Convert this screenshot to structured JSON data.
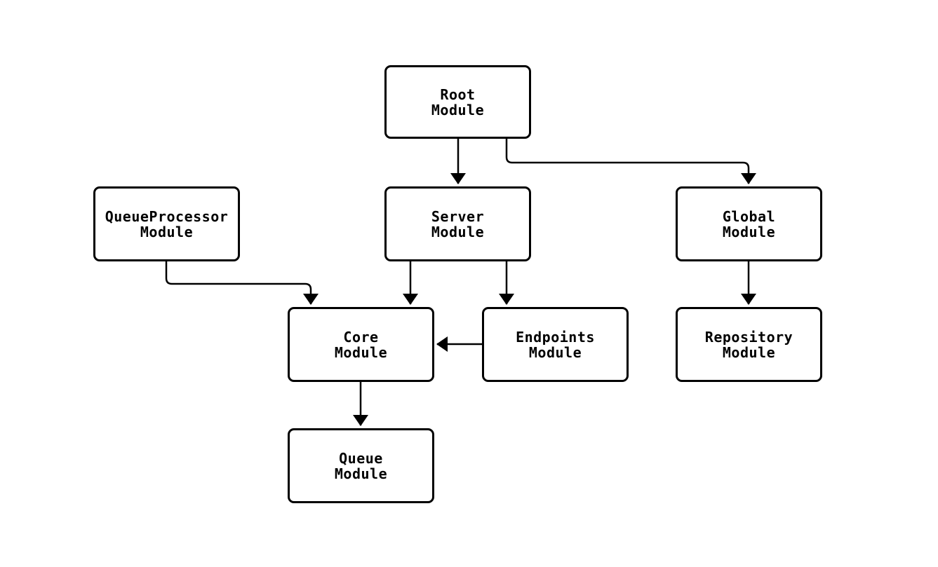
{
  "diagram": {
    "type": "module-dependency-graph",
    "colors": {
      "background": "#ffffff",
      "node_fill": "#ffffff",
      "node_border": "#000000",
      "edge_stroke": "#000000",
      "text": "#000000"
    },
    "nodes": {
      "root": {
        "label": "Root\nModule"
      },
      "queue_processor": {
        "label": "QueueProcessor\nModule"
      },
      "server": {
        "label": "Server\nModule"
      },
      "global": {
        "label": "Global\nModule"
      },
      "core": {
        "label": "Core\nModule"
      },
      "endpoints": {
        "label": "Endpoints\nModule"
      },
      "repository": {
        "label": "Repository\nModule"
      },
      "queue": {
        "label": "Queue\nModule"
      }
    },
    "edges": [
      {
        "from": "Root Module",
        "to": "Server Module"
      },
      {
        "from": "Root Module",
        "to": "Global Module"
      },
      {
        "from": "QueueProcessor Module",
        "to": "Core Module"
      },
      {
        "from": "Server Module",
        "to": "Core Module"
      },
      {
        "from": "Server Module",
        "to": "Endpoints Module"
      },
      {
        "from": "Endpoints Module",
        "to": "Core Module"
      },
      {
        "from": "Core Module",
        "to": "Queue Module"
      },
      {
        "from": "Global Module",
        "to": "Repository Module"
      }
    ]
  }
}
